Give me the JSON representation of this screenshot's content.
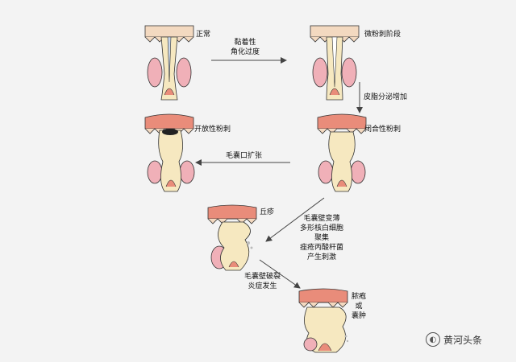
{
  "stages": {
    "normal": "正常",
    "microcomedone": "微粉刺阶段",
    "closed_comedone": "闭合性粉刺",
    "open_comedone": "开放性粉刺",
    "papule": "丘疹",
    "pustule": [
      "脓疱",
      "或",
      "囊肿"
    ]
  },
  "transitions": {
    "keratinization": [
      "黏着性",
      "角化过度"
    ],
    "sebum": "皮脂分泌增加",
    "dilation": "毛囊口扩张",
    "inflammation": [
      "毛囊壁变薄",
      "多形核白细胞",
      "聚集",
      "痤疮丙酸杆菌",
      "产生刺激"
    ],
    "rupture": [
      "毛囊壁破裂",
      "炎症发生"
    ]
  },
  "watermark": "黄河头条",
  "colors": {
    "skin_top": "#f3d9c0",
    "skin_red": "#e98c7a",
    "follicle": "#f6e8c0",
    "gland": "#f0b0b8",
    "outline": "#333333",
    "arrow": "#444444"
  }
}
